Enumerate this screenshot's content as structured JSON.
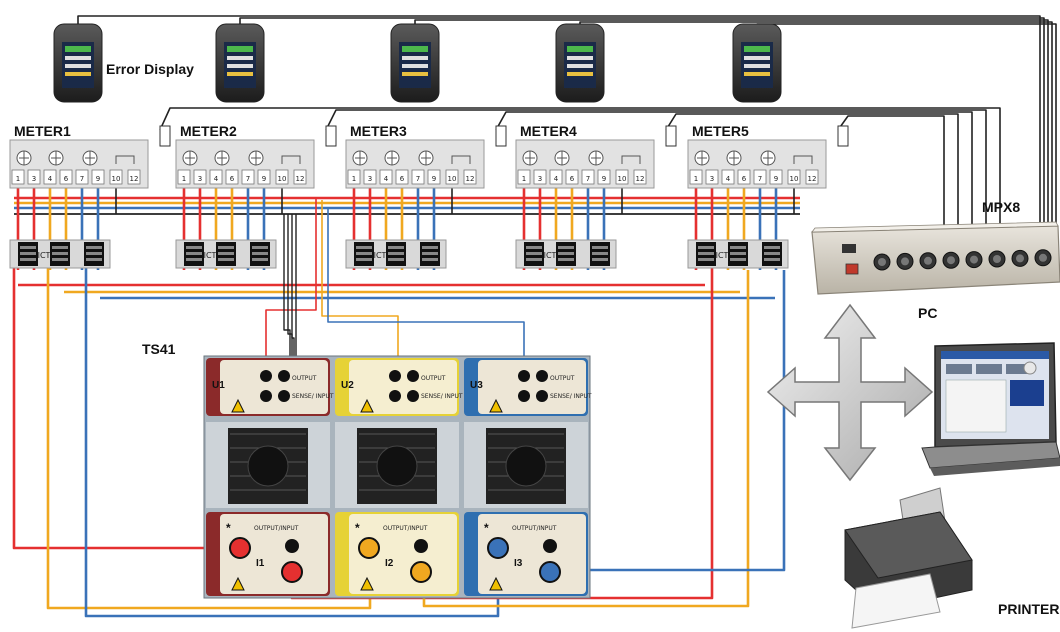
{
  "labels": {
    "error_display": "Error Display",
    "ts41": "TS41",
    "mpx8": "MPX8",
    "pc": "PC",
    "printer": "PRINTER"
  },
  "meters": [
    {
      "label": "METER1"
    },
    {
      "label": "METER2"
    },
    {
      "label": "METER3"
    },
    {
      "label": "METER4"
    },
    {
      "label": "METER5"
    }
  ],
  "meter_terminals": [
    "1",
    "3",
    "4",
    "6",
    "7",
    "9",
    "10",
    "12"
  ],
  "ict_label": "ICT",
  "phases": [
    {
      "unit": "U1",
      "current": "I1",
      "color": "#8b2a2a",
      "panel": "#ede6d6",
      "cable": "#e53030"
    },
    {
      "unit": "U2",
      "current": "I2",
      "color": "#e6d236",
      "panel": "#f5eed0",
      "cable": "#f0a820"
    },
    {
      "unit": "U3",
      "current": "I3",
      "color": "#2f6fb0",
      "panel": "#ede6d6",
      "cable": "#3a72b8"
    }
  ],
  "ts41_text": {
    "output": "OUTPUT",
    "sense_input": "SENSE/ INPUT",
    "output_input": "OUTPUT/INPUT",
    "star": "*"
  },
  "colors": {
    "red_wire": "#e53030",
    "yellow_wire": "#f0a820",
    "blue_wire": "#3a72b8",
    "black_wire": "#222222",
    "meter_body": "#e2e2e2",
    "ts41_frame": "#a9b4bd"
  },
  "icons": {
    "arrows": "four-way-arrow-icon",
    "printer": "printer-icon",
    "laptop": "laptop-icon",
    "display": "error-display-device-icon"
  }
}
